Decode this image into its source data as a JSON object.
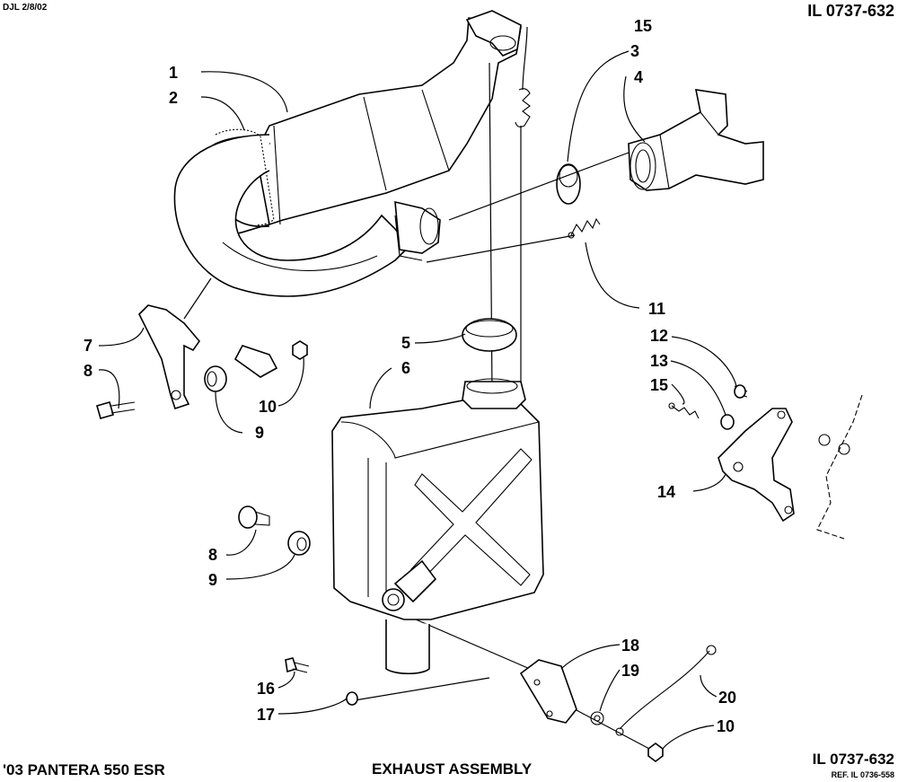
{
  "header": {
    "author_date": "DJL 2/8/02",
    "illustration_id_top": "IL 0737-632",
    "model": "'03 PANTERA 550 ESR",
    "title": "EXHAUST ASSEMBLY",
    "illustration_id_bottom": "IL 0737-632",
    "reference": "REF. IL 0736-558"
  },
  "callouts": [
    "1",
    "2",
    "15",
    "3",
    "4",
    "11",
    "7",
    "8",
    "10",
    "9",
    "5",
    "6",
    "12",
    "13",
    "15",
    "14",
    "8",
    "9",
    "18",
    "19",
    "16",
    "20",
    "17",
    "10"
  ]
}
